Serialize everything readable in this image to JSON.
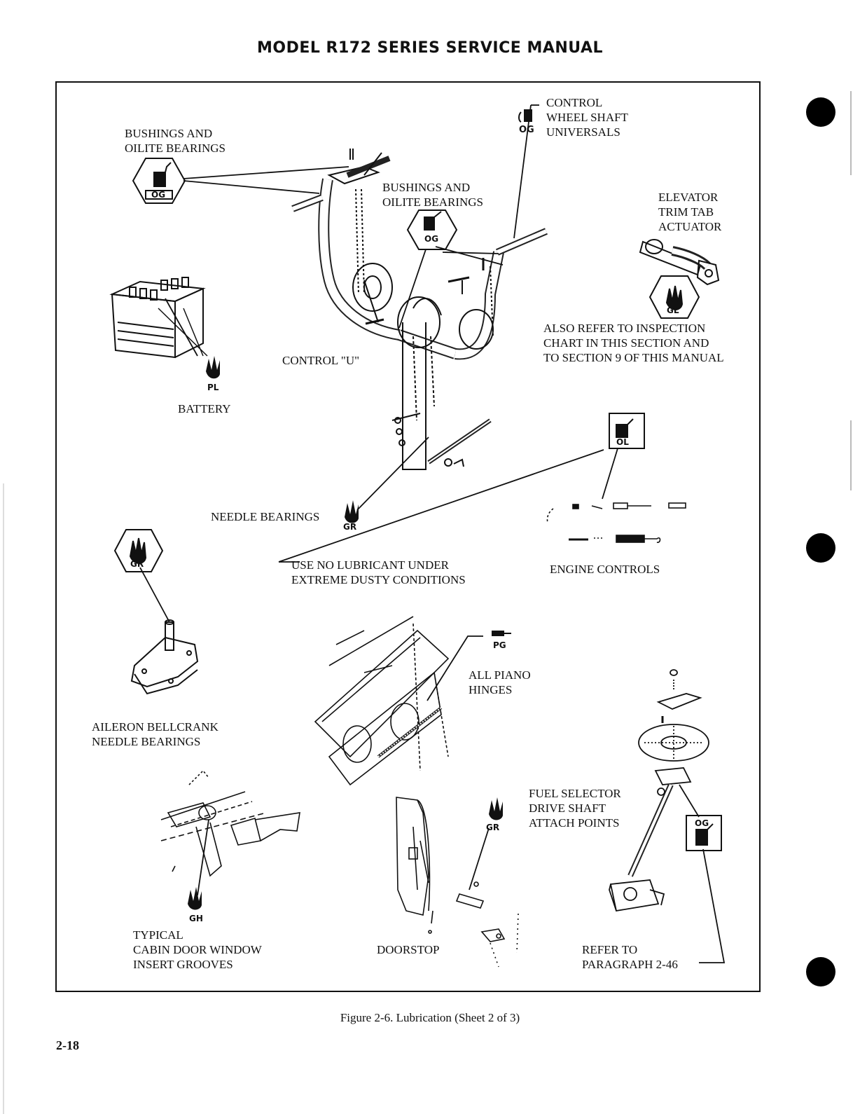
{
  "header": {
    "title": "MODEL R172 SERIES SERVICE MANUAL"
  },
  "labels": {
    "bushings_1": "BUSHINGS AND\nOILITE BEARINGS",
    "bushings_2": "BUSHINGS AND\nOILITE BEARINGS",
    "control_wheel": "CONTROL\nWHEEL SHAFT\nUNIVERSALS",
    "elevator_trim": "ELEVATOR\nTRIM TAB\nACTUATOR",
    "also_refer": "ALSO REFER TO INSPECTION\nCHART IN THIS SECTION AND\nTO SECTION 9 OF THIS MANUAL",
    "control_u": "CONTROL \"U\"",
    "battery": "BATTERY",
    "needle_bearings": "NEEDLE BEARINGS",
    "no_lubricant": "USE NO LUBRICANT UNDER\nEXTREME DUSTY CONDITIONS",
    "engine_controls": "ENGINE CONTROLS",
    "piano_hinges": "ALL PIANO\nHINGES",
    "aileron_bellcrank": "AILERON BELLCRANK\nNEEDLE BEARINGS",
    "fuel_selector": "FUEL SELECTOR\nDRIVE SHAFT\nATTACH POINTS",
    "cabin_door": "TYPICAL\nCABIN DOOR WINDOW\nINSERT GROOVES",
    "doorstop": "DOORSTOP",
    "refer_paragraph": "REFER TO\nPARAGRAPH 2-46"
  },
  "lube_codes": {
    "og_bushings": "OG",
    "og_control_u": "OG",
    "og_wheel_shaft": "OG",
    "gl_trim": "GL",
    "pl_battery": "PL",
    "gr_needle": "GR",
    "gr_aileron": "GR",
    "ol_engine": "OL",
    "pg_hinges": "PG",
    "gh_door": "GH",
    "gr_doorstop": "GR",
    "og_fuel": "OG"
  },
  "caption": "Figure 2-6.  Lubrication (Sheet 2 of 3)",
  "page_number": "2-18"
}
